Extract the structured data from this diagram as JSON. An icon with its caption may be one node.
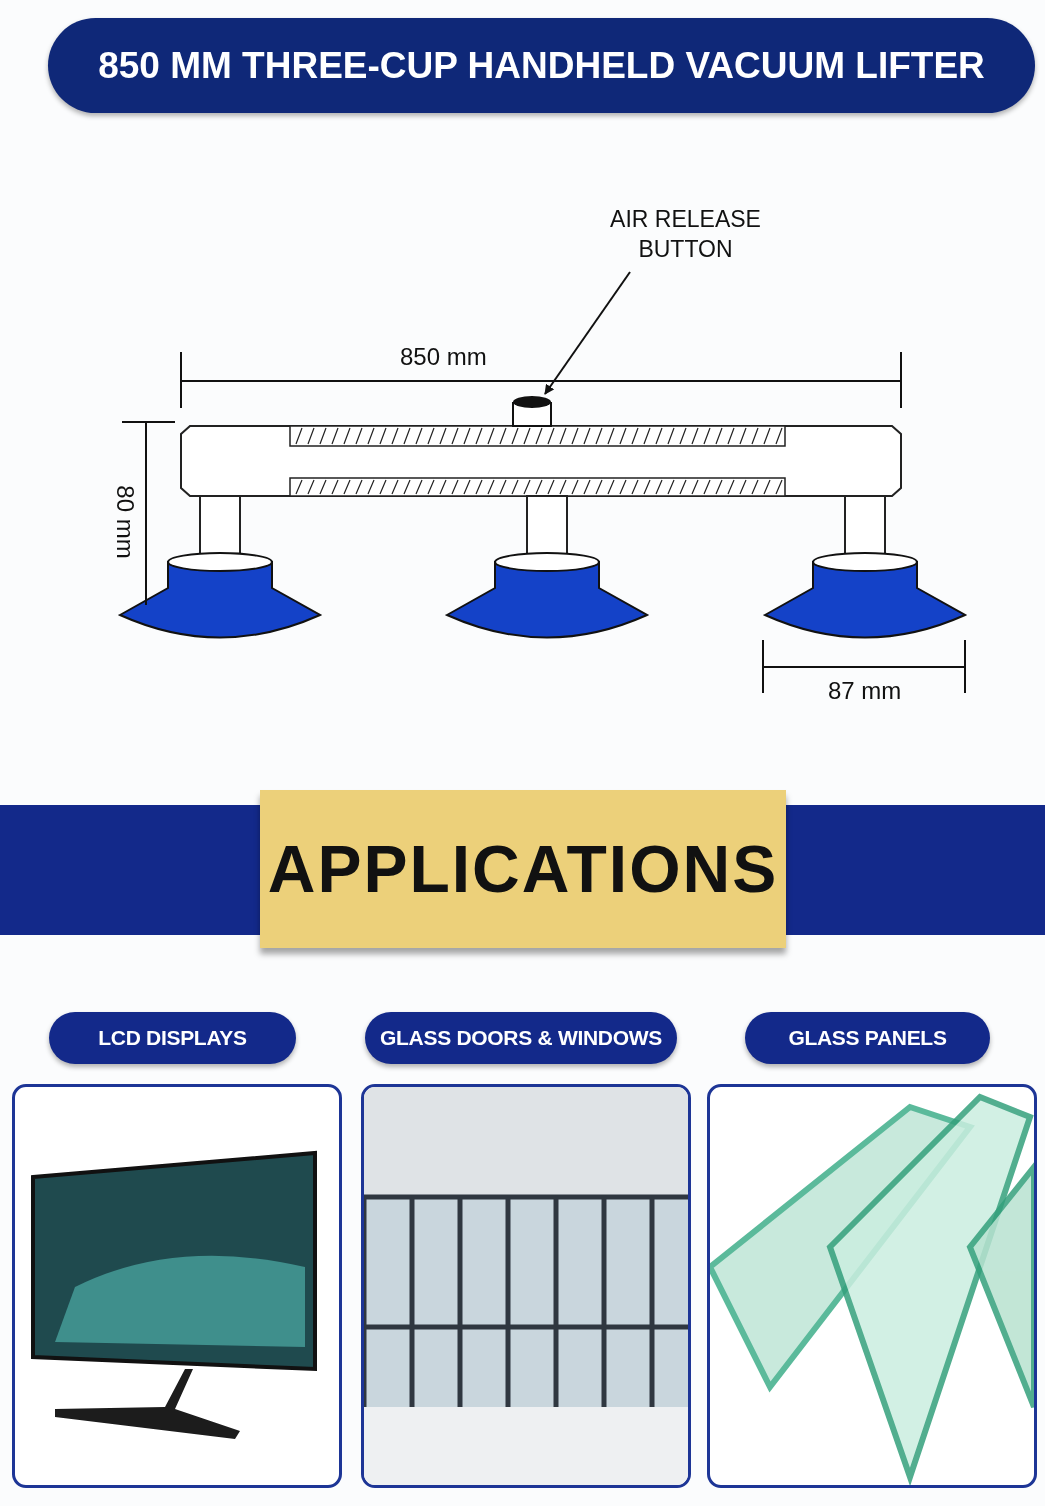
{
  "diagram": {
    "title": "850 MM THREE-CUP HANDHELD VACUUM LIFTER",
    "nodes": [
      {
        "text": [
          "AIR RELEASE BUTTON"
        ]
      },
      {
        "text": [],
        "shape": "cylinder"
      }
    ],
    "edges": [
      {
        "from": 0,
        "to": 1,
        "arrow": "to"
      }
    ],
    "labels": [
      "850 mm",
      "80 mm",
      "87 mm",
      "APPLICATIONS",
      "LCD DISPLAYS",
      "GLASS DOORS & WINDOWS",
      "GLASS PANELS"
    ]
  }
}
